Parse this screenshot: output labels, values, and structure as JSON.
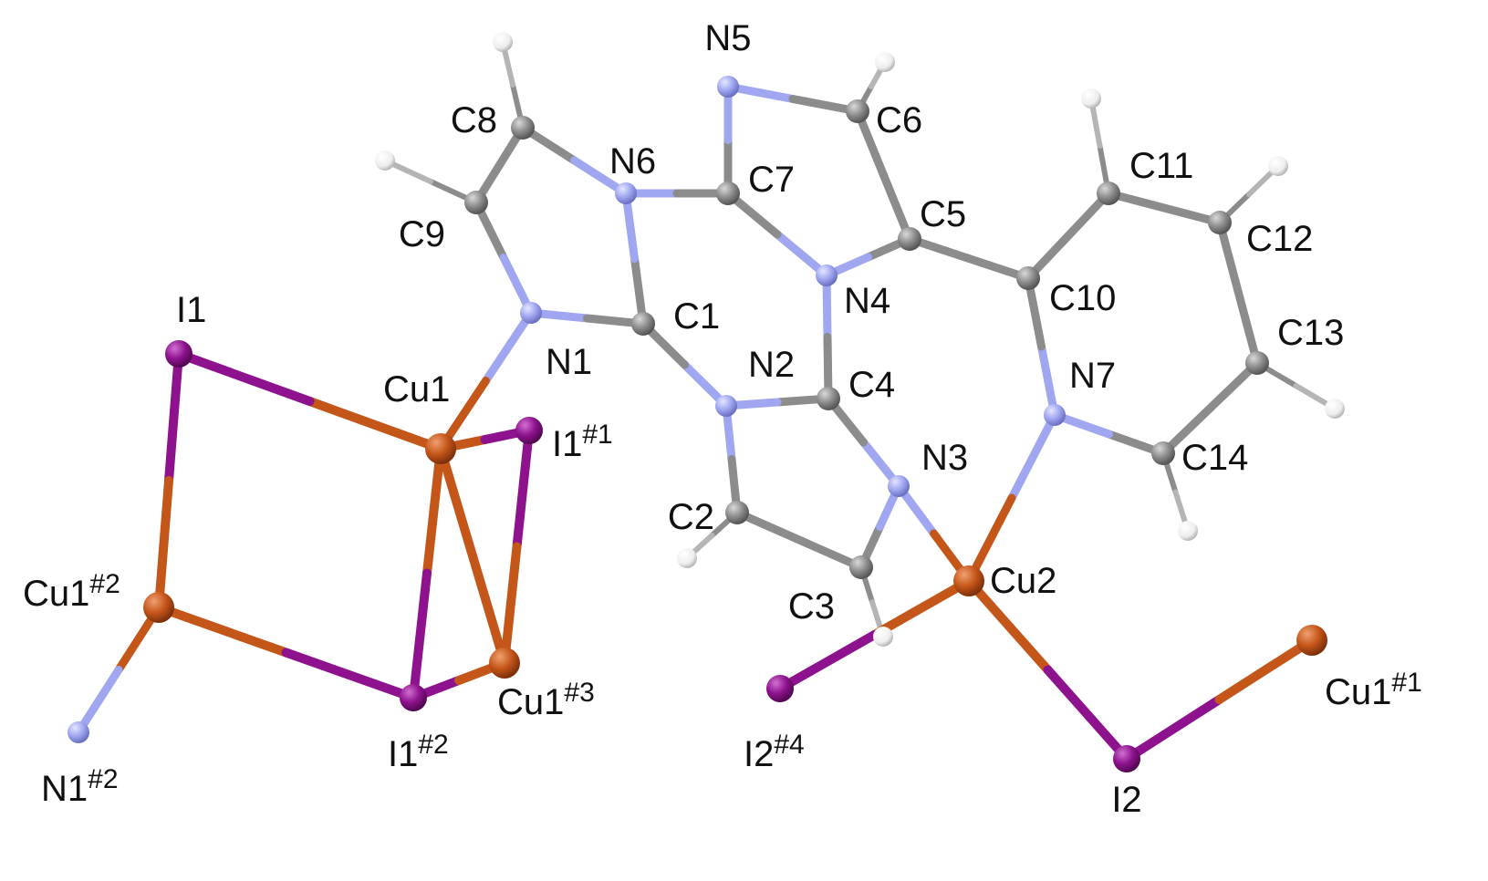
{
  "colors": {
    "background": "#ffffff",
    "carbon": "#8c8c8c",
    "nitrogen": "#a0a6f0",
    "copper": "#c5561a",
    "iodine": "#8e128e",
    "hydrogen": "#f2f2f2",
    "label": "#111111"
  },
  "atoms": [
    {
      "id": "C1",
      "element": "C",
      "label": "C1",
      "sup": ""
    },
    {
      "id": "C2",
      "element": "C",
      "label": "C2",
      "sup": ""
    },
    {
      "id": "C3",
      "element": "C",
      "label": "C3",
      "sup": ""
    },
    {
      "id": "C4",
      "element": "C",
      "label": "C4",
      "sup": ""
    },
    {
      "id": "C5",
      "element": "C",
      "label": "C5",
      "sup": ""
    },
    {
      "id": "C6",
      "element": "C",
      "label": "C6",
      "sup": ""
    },
    {
      "id": "C7",
      "element": "C",
      "label": "C7",
      "sup": ""
    },
    {
      "id": "C8",
      "element": "C",
      "label": "C8",
      "sup": ""
    },
    {
      "id": "C9",
      "element": "C",
      "label": "C9",
      "sup": ""
    },
    {
      "id": "C10",
      "element": "C",
      "label": "C10",
      "sup": ""
    },
    {
      "id": "C11",
      "element": "C",
      "label": "C11",
      "sup": ""
    },
    {
      "id": "C12",
      "element": "C",
      "label": "C12",
      "sup": ""
    },
    {
      "id": "C13",
      "element": "C",
      "label": "C13",
      "sup": ""
    },
    {
      "id": "C14",
      "element": "C",
      "label": "C14",
      "sup": ""
    },
    {
      "id": "N1",
      "element": "N",
      "label": "N1",
      "sup": ""
    },
    {
      "id": "N2",
      "element": "N",
      "label": "N2",
      "sup": ""
    },
    {
      "id": "N3",
      "element": "N",
      "label": "N3",
      "sup": ""
    },
    {
      "id": "N4",
      "element": "N",
      "label": "N4",
      "sup": ""
    },
    {
      "id": "N5",
      "element": "N",
      "label": "N5",
      "sup": ""
    },
    {
      "id": "N6",
      "element": "N",
      "label": "N6",
      "sup": ""
    },
    {
      "id": "N7",
      "element": "N",
      "label": "N7",
      "sup": ""
    },
    {
      "id": "Cu1",
      "element": "Cu",
      "label": "Cu1",
      "sup": ""
    },
    {
      "id": "Cu2",
      "element": "Cu",
      "label": "Cu2",
      "sup": ""
    },
    {
      "id": "I1",
      "element": "I",
      "label": "I1",
      "sup": ""
    },
    {
      "id": "I2",
      "element": "I",
      "label": "I2",
      "sup": ""
    },
    {
      "id": "I1_1",
      "element": "I",
      "label": "I1",
      "sup": "#1"
    },
    {
      "id": "I1_2",
      "element": "I",
      "label": "I1",
      "sup": "#2"
    },
    {
      "id": "Cu1_1",
      "element": "Cu",
      "label": "Cu1",
      "sup": "#1"
    },
    {
      "id": "Cu1_2",
      "element": "Cu",
      "label": "Cu1",
      "sup": "#2"
    },
    {
      "id": "Cu1_3",
      "element": "Cu",
      "label": "Cu1",
      "sup": "#3"
    },
    {
      "id": "N1_2",
      "element": "N",
      "label": "N1",
      "sup": "#2"
    },
    {
      "id": "I2_4",
      "element": "I",
      "label": "I2",
      "sup": "#4"
    },
    {
      "id": "H8",
      "element": "H",
      "label": "",
      "sup": ""
    },
    {
      "id": "H9",
      "element": "H",
      "label": "",
      "sup": ""
    },
    {
      "id": "H6",
      "element": "H",
      "label": "",
      "sup": ""
    },
    {
      "id": "H11",
      "element": "H",
      "label": "",
      "sup": ""
    },
    {
      "id": "H12",
      "element": "H",
      "label": "",
      "sup": ""
    },
    {
      "id": "H13",
      "element": "H",
      "label": "",
      "sup": ""
    },
    {
      "id": "H14",
      "element": "H",
      "label": "",
      "sup": ""
    },
    {
      "id": "H2",
      "element": "H",
      "label": "",
      "sup": ""
    },
    {
      "id": "H3",
      "element": "H",
      "label": "",
      "sup": ""
    }
  ],
  "bonds": [
    [
      "C8",
      "C9"
    ],
    [
      "C8",
      "N6"
    ],
    [
      "C9",
      "N1"
    ],
    [
      "N1",
      "C1"
    ],
    [
      "C1",
      "N6"
    ],
    [
      "N6",
      "C7"
    ],
    [
      "C7",
      "N5"
    ],
    [
      "N5",
      "C6"
    ],
    [
      "C6",
      "C5"
    ],
    [
      "C5",
      "N4"
    ],
    [
      "N4",
      "C7"
    ],
    [
      "N4",
      "C4"
    ],
    [
      "C4",
      "N2"
    ],
    [
      "N2",
      "C1"
    ],
    [
      "N2",
      "C2"
    ],
    [
      "C2",
      "C3"
    ],
    [
      "C3",
      "N3"
    ],
    [
      "N3",
      "C4"
    ],
    [
      "C5",
      "C10"
    ],
    [
      "C10",
      "C11"
    ],
    [
      "C11",
      "C12"
    ],
    [
      "C12",
      "C13"
    ],
    [
      "C13",
      "C14"
    ],
    [
      "C14",
      "N7"
    ],
    [
      "N7",
      "C10"
    ],
    [
      "C8",
      "H8"
    ],
    [
      "C9",
      "H9"
    ],
    [
      "C6",
      "H6"
    ],
    [
      "C11",
      "H11"
    ],
    [
      "C12",
      "H12"
    ],
    [
      "C13",
      "H13"
    ],
    [
      "C14",
      "H14"
    ],
    [
      "C2",
      "H2"
    ],
    [
      "C3",
      "H3"
    ],
    [
      "N1",
      "Cu1"
    ],
    [
      "Cu1",
      "I1"
    ],
    [
      "Cu1",
      "I1_1"
    ],
    [
      "Cu1",
      "I1_2"
    ],
    [
      "Cu1",
      "Cu1_3"
    ],
    [
      "I1",
      "Cu1_2"
    ],
    [
      "Cu1_2",
      "I1_2"
    ],
    [
      "Cu1_2",
      "N1_2"
    ],
    [
      "I1_2",
      "Cu1_3"
    ],
    [
      "I1_1",
      "Cu1_3"
    ],
    [
      "N3",
      "Cu2"
    ],
    [
      "N7",
      "Cu2"
    ],
    [
      "Cu2",
      "I2"
    ],
    [
      "Cu2",
      "I2_4"
    ],
    [
      "I2",
      "Cu1_1"
    ]
  ]
}
